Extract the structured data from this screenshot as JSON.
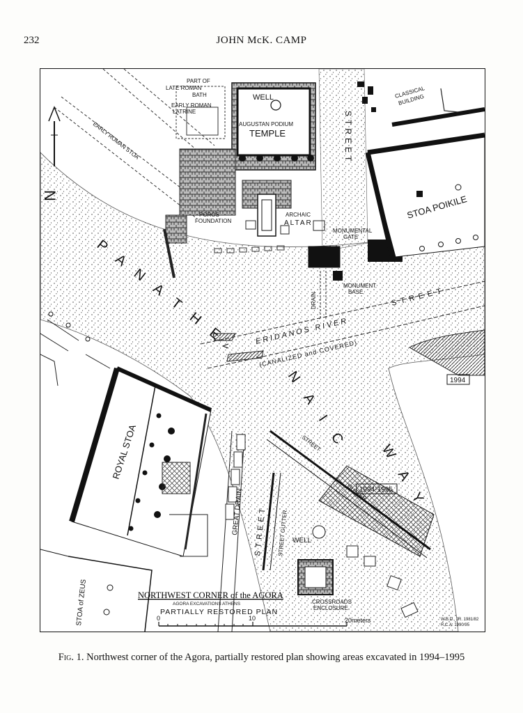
{
  "header": {
    "page_number": "232",
    "running_head": "JOHN McK. CAMP"
  },
  "figure": {
    "labels": {
      "part_of_late_roman_bath_1": "PART OF",
      "part_of_late_roman_bath_2": "LATE ROMAN",
      "part_of_late_roman_bath_3": "BATH",
      "well_top": "WELL",
      "early_roman_latrine_1": "EARLY ROMAN",
      "early_roman_latrine_2": "LATRINE",
      "augustan_podium": "AUGUSTAN PODIUM",
      "temple": "TEMPLE",
      "classical_building_1": "CLASSICAL",
      "classical_building_2": "BUILDING",
      "early_roman_stoa": "EARLY ROMAN STOA",
      "street_vertical": "STREET",
      "stoa_poikile": "STOA POIKILE",
      "poros_foundation_1": "POROS",
      "poros_foundation_2": "FOUNDATION",
      "archaic_altar_1": "ARCHAIC",
      "archaic_altar_2": "ALTAR",
      "monumental_gate_1": "MONUMENTAL",
      "monumental_gate_2": "GATE",
      "monument_base_1": "MONUMENT",
      "monument_base_2": "BASE",
      "drain": "DRAIN",
      "street_right": "STREET",
      "eridanos_river": "ERIDANOS RIVER",
      "canalized_covered": "(CANALIZED and COVERED)",
      "year_1994": "1994",
      "panathenaic_1": "P A N A T H E",
      "panathenaic_2": "N A I C",
      "panathenaic_way": "W A Y",
      "royal_stoa": "ROYAL STOA",
      "great_drain": "GREAT DRAIN",
      "street_lower": "STREET",
      "street_gutter": "STREET GUTTER",
      "street_diag": "STREET",
      "gutter_diag": "GUTTER",
      "years_1994_1995": "1994-1995",
      "well_lower": "WELL",
      "crossroads_1": "CROSSROADS",
      "crossroads_2": "ENCLOSURE",
      "stoa_of_zeus": "STOA of ZEUS",
      "title_main": "NORTHWEST CORNER of the AGORA",
      "title_sub": "AGORA EXCAVATIONS ATHENS",
      "title_partial": "PARTIALLY RESTORED PLAN",
      "scale_0": "0",
      "scale_10": "10",
      "scale_20": "20meters",
      "credit_1": "W.B.D., JR.  1981/82",
      "credit_2": "R.C.A.   1990/95",
      "north": "N"
    }
  },
  "caption": {
    "figure_label": "Fig. 1.",
    "text": "Northwest corner of the Agora, partially restored plan showing areas excavated in 1994–1995"
  }
}
